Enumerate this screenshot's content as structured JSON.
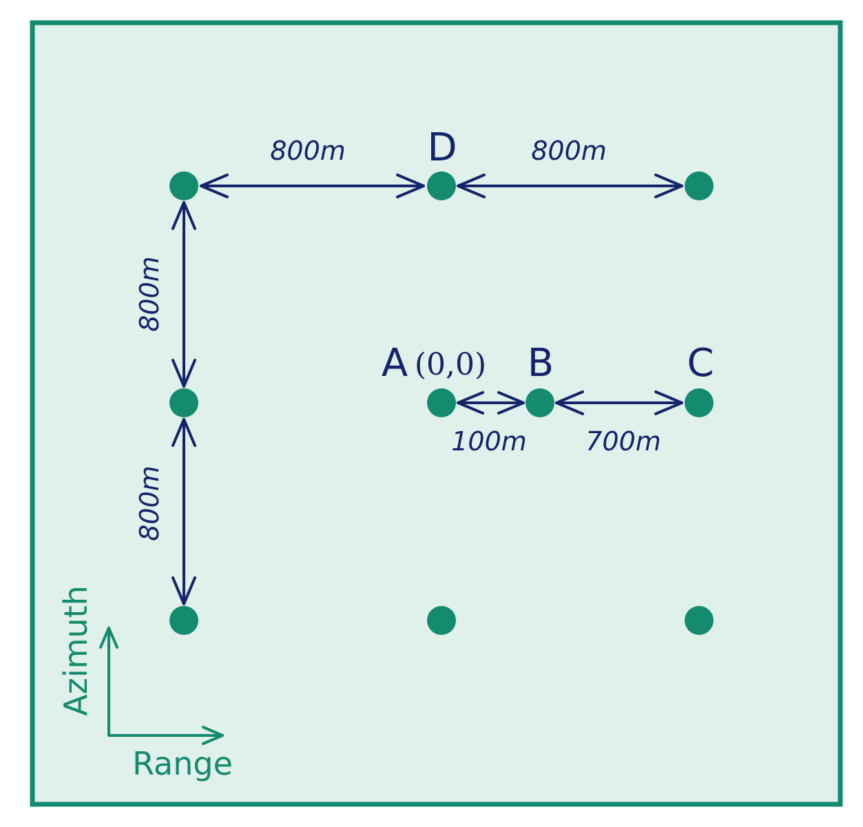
{
  "points": {
    "a": {
      "letter": "A",
      "coord": "(0,0)"
    },
    "b": {
      "letter": "B"
    },
    "c": {
      "letter": "C"
    },
    "d": {
      "letter": "D"
    }
  },
  "dimensions": {
    "top_left": "800m",
    "top_right": "800m",
    "left_upper": "800m",
    "left_lower": "800m",
    "a_to_b": "100m",
    "b_to_c": "700m"
  },
  "axes": {
    "vertical": "Azimuth",
    "horizontal": "Range"
  },
  "colors": {
    "background": "#e0f0ea",
    "frame": "#148a6f",
    "target": "#148a6f",
    "arrow": "#14246b"
  }
}
